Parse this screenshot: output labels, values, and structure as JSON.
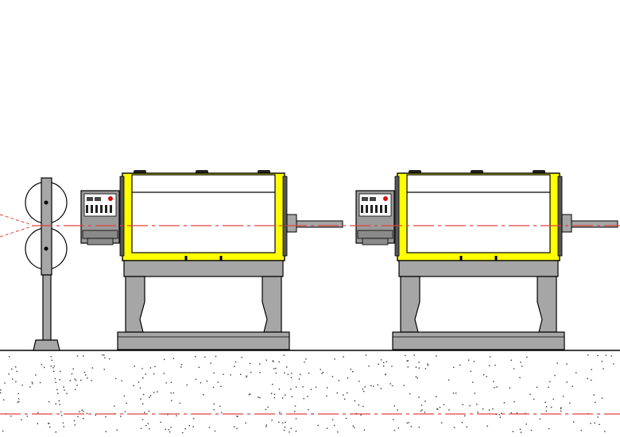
{
  "scene": {
    "description_visible_text": "",
    "colors": {
      "background": "#ffffff",
      "frame_yellow": "#ffff00",
      "machine_gray": "#a6a6a6",
      "outline": "#000000",
      "axis_line": "#e0403a",
      "control_panel": "#9a9a9a",
      "ground_speckle": "#333333"
    },
    "machines": [
      {
        "name": "machine-1"
      },
      {
        "name": "machine-2"
      }
    ],
    "stand": {
      "name": "roller-stand"
    }
  }
}
